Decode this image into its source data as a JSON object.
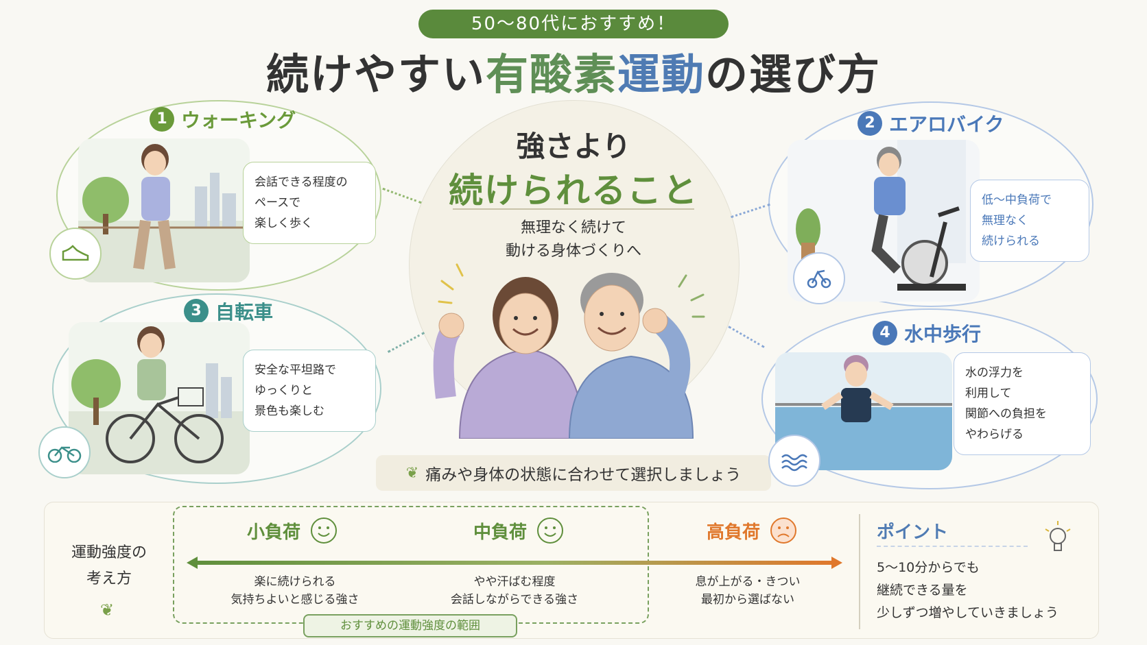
{
  "header": {
    "badge": "50〜80代におすすめ！",
    "title_part1": "続けやすい",
    "title_part2": "有酸素",
    "title_part3": "運動",
    "title_part4": "の選び方"
  },
  "center": {
    "line1": "強さより",
    "line2": "続けられること",
    "sub": "無理なく続けて\n動ける身体づくりへ",
    "footer": "痛みや身体の状態に合わせて選択しましょう"
  },
  "cards": [
    {
      "num": "1",
      "title": "ウォーキング",
      "note": "会話できる程度の\nペースで\n楽しく歩く",
      "icon": "shoe-icon",
      "color": "#6a9a3a"
    },
    {
      "num": "2",
      "title": "エアロバイク",
      "note": "低〜中負荷で\n無理なく\n続けられる",
      "icon": "exercise-bike-icon",
      "color": "#4a78b8"
    },
    {
      "num": "3",
      "title": "自転車",
      "note": "安全な平坦路で\nゆっくりと\n景色も楽しむ",
      "icon": "bicycle-icon",
      "color": "#3b8f8a"
    },
    {
      "num": "4",
      "title": "水中歩行",
      "note": "水の浮力を\n利用して\n関節への負担を\nやわらげる",
      "icon": "waves-icon",
      "color": "#4a78b8"
    }
  ],
  "intensity": {
    "label": "運動強度の\n考え方",
    "levels": [
      {
        "name": "小負荷",
        "desc": "楽に続けられる\n気持ちよいと感じる強さ",
        "face": "smile-face-icon",
        "color": "#5f8f3c"
      },
      {
        "name": "中負荷",
        "desc": "やや汗ばむ程度\n会話しながらできる強さ",
        "face": "smile-face-icon",
        "color": "#5f8f3c"
      },
      {
        "name": "高負荷",
        "desc": "息が上がる・きつい\n最初から選ばない",
        "face": "frown-face-icon",
        "color": "#e0782c"
      }
    ],
    "range_label": "おすすめの運動強度の範囲"
  },
  "point": {
    "title": "ポイント",
    "text": "5〜10分からでも\n継続できる量を\n少しずつ増やしていきましょう"
  },
  "colors": {
    "green": "#5f8f56",
    "blue": "#4f7bb3",
    "orange": "#e0782c",
    "badge": "#5a8a3c"
  }
}
